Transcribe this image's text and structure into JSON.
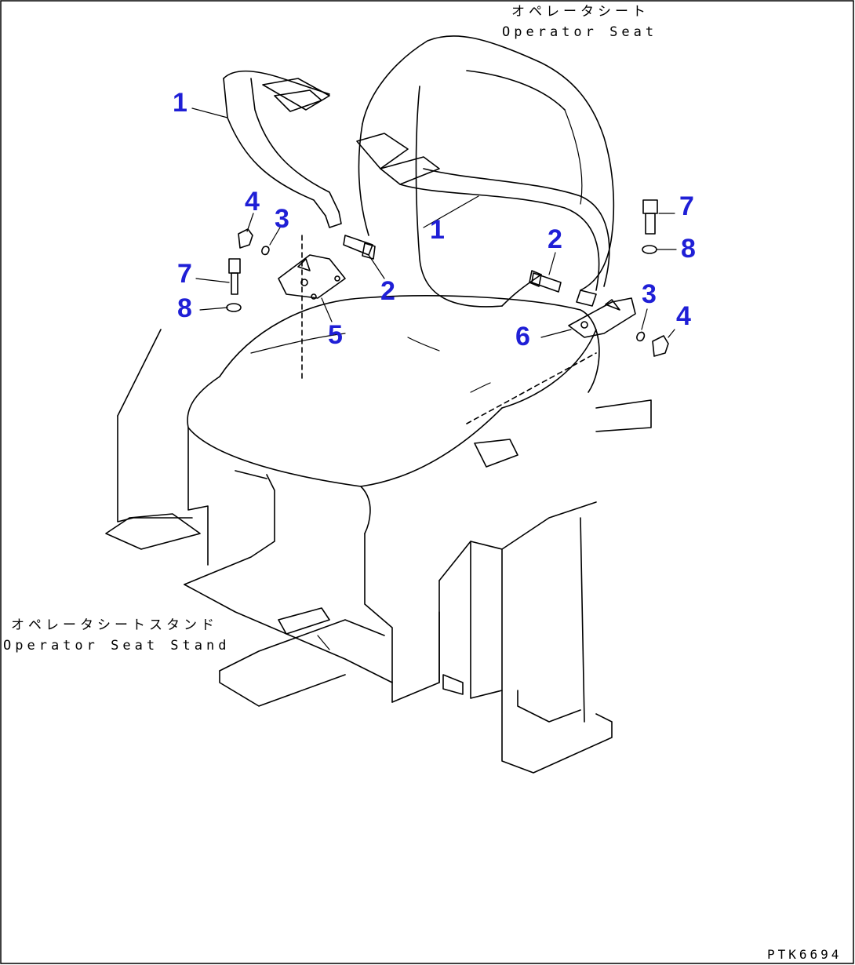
{
  "labels": {
    "seat_jp": "オペレータシート",
    "seat_en": "Operator Seat",
    "stand_jp": "オペレータシートスタンド",
    "stand_en": "Operator Seat Stand",
    "drawing_no": "PTK6694"
  },
  "callouts": {
    "c1a": "1",
    "c1b": "1",
    "c2a": "2",
    "c2b": "2",
    "c3a": "3",
    "c3b": "3",
    "c4a": "4",
    "c4b": "4",
    "c5": "5",
    "c6": "6",
    "c7a": "7",
    "c7b": "7",
    "c8a": "8",
    "c8b": "8"
  },
  "colors": {
    "callout": "#1f1fd6",
    "line": "#000000"
  }
}
